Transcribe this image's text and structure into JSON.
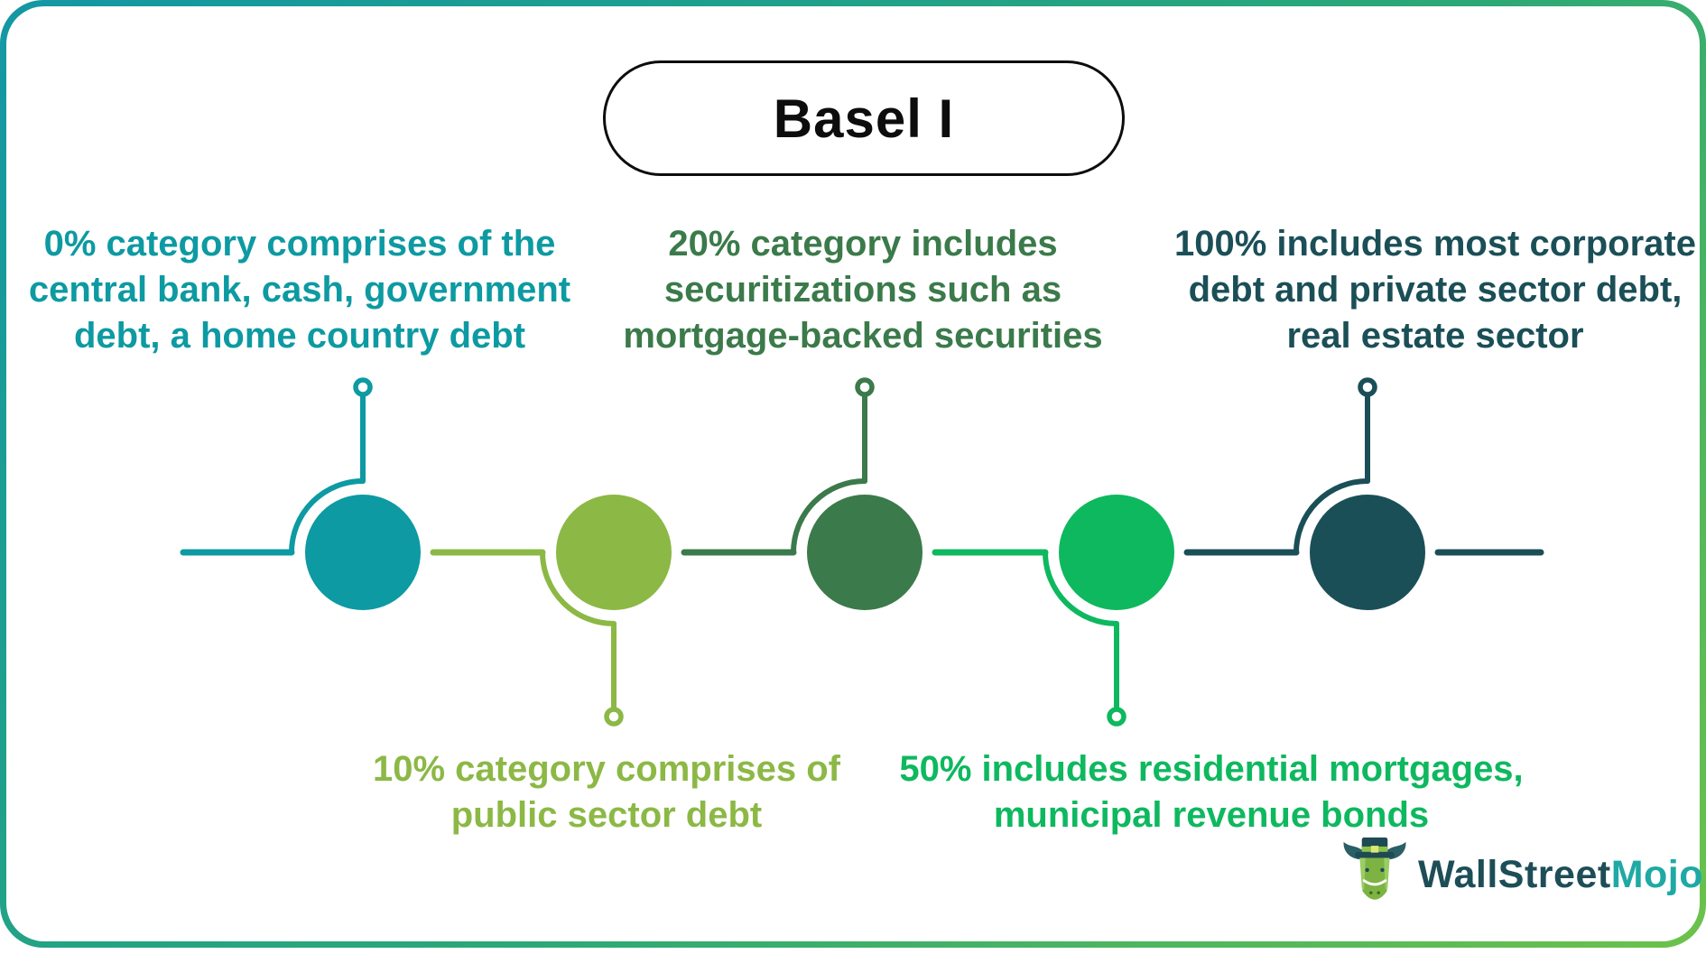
{
  "title": "Basel I",
  "frame": {
    "background": "#ffffff",
    "border_gradient_start": "#1397a3",
    "border_gradient_end": "#6cc24a",
    "pill_border_color": "#0d0d0d"
  },
  "nodes": [
    {
      "percent": "0%",
      "label_position": "above",
      "color": "#0d9aa2",
      "label_lines": [
        "0% category comprises of the",
        "central bank, cash, government",
        "debt, a home country debt"
      ]
    },
    {
      "percent": "10%",
      "label_position": "below",
      "color": "#8cb845",
      "label_lines": [
        "10% category comprises of",
        "public sector debt"
      ]
    },
    {
      "percent": "20%",
      "label_position": "above",
      "color": "#3b7a4a",
      "label_lines": [
        "20% category includes",
        "securitizations such as",
        "mortgage-backed securities"
      ]
    },
    {
      "percent": "50%",
      "label_position": "below",
      "color": "#0eb85f",
      "label_lines": [
        "50% includes residential mortgages,",
        "municipal revenue bonds"
      ]
    },
    {
      "percent": "100%",
      "label_position": "above",
      "color": "#1b4f57",
      "label_lines": [
        "100% includes most corporate",
        "debt and private sector debt,",
        "real estate sector"
      ]
    }
  ],
  "brand": {
    "name_part1": "WallStreet",
    "name_part2": "Mojo",
    "part1_color": "#1d4e57",
    "part2_color": "#1fa9a5",
    "icon": "bull-mascot-icon"
  }
}
